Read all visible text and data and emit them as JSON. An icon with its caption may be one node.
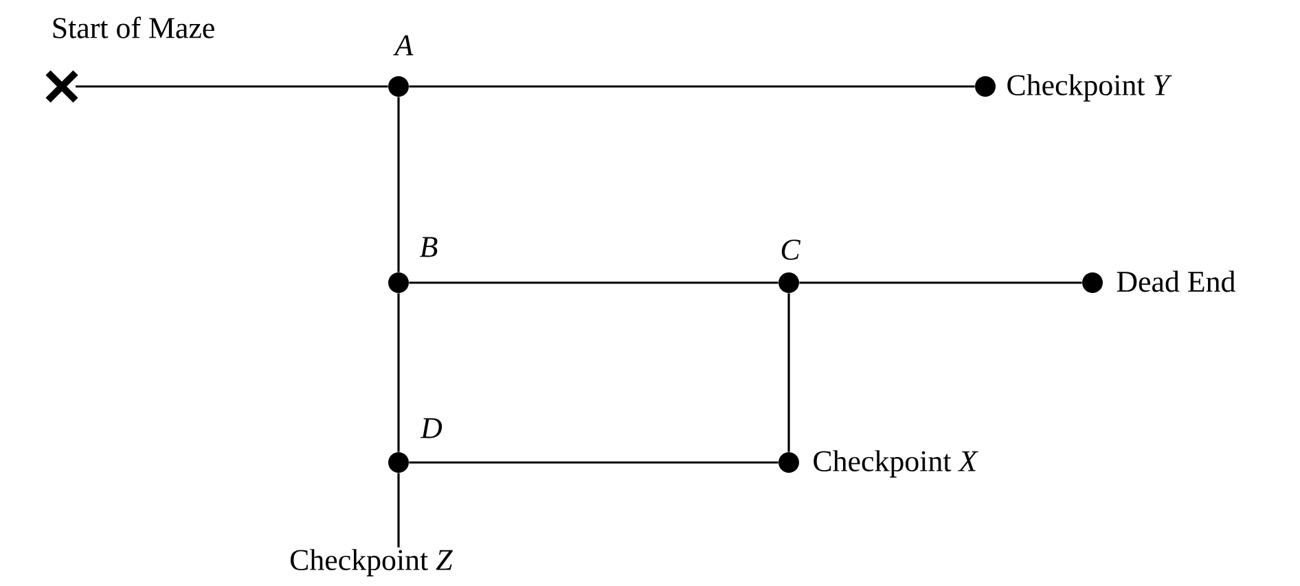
{
  "diagram": {
    "nodes": [
      {
        "text": [
          "Start of Maze"
        ]
      },
      {
        "text": [],
        "shape": "circle",
        "beside": [
          "A"
        ]
      },
      {
        "text": [],
        "shape": "circle",
        "beside": [
          "Checkpoint *Y*"
        ]
      },
      {
        "text": [],
        "shape": "circle",
        "beside": [
          "B"
        ]
      },
      {
        "text": [],
        "shape": "circle",
        "beside": [
          "C"
        ]
      },
      {
        "text": [],
        "shape": "circle",
        "beside": [
          "Dead End"
        ]
      },
      {
        "text": [],
        "shape": "circle",
        "beside": [
          "D"
        ]
      },
      {
        "text": [],
        "shape": "circle",
        "beside": [
          "Checkpoint *X*"
        ]
      },
      {
        "text": [
          "Checkpoint *Z*"
        ]
      }
    ],
    "edges": [
      {
        "from": 0,
        "to": 1,
        "arrow": "none"
      },
      {
        "from": 1,
        "to": 2,
        "arrow": "none"
      },
      {
        "from": 1,
        "to": 3,
        "arrow": "none"
      },
      {
        "from": 3,
        "to": 4,
        "arrow": "none"
      },
      {
        "from": 4,
        "to": 5,
        "arrow": "none"
      },
      {
        "from": 3,
        "to": 6,
        "arrow": "none"
      },
      {
        "from": 4,
        "to": 7,
        "arrow": "none"
      },
      {
        "from": 6,
        "to": 7,
        "arrow": "none"
      },
      {
        "from": 6,
        "to": 8,
        "arrow": "none"
      }
    ]
  }
}
